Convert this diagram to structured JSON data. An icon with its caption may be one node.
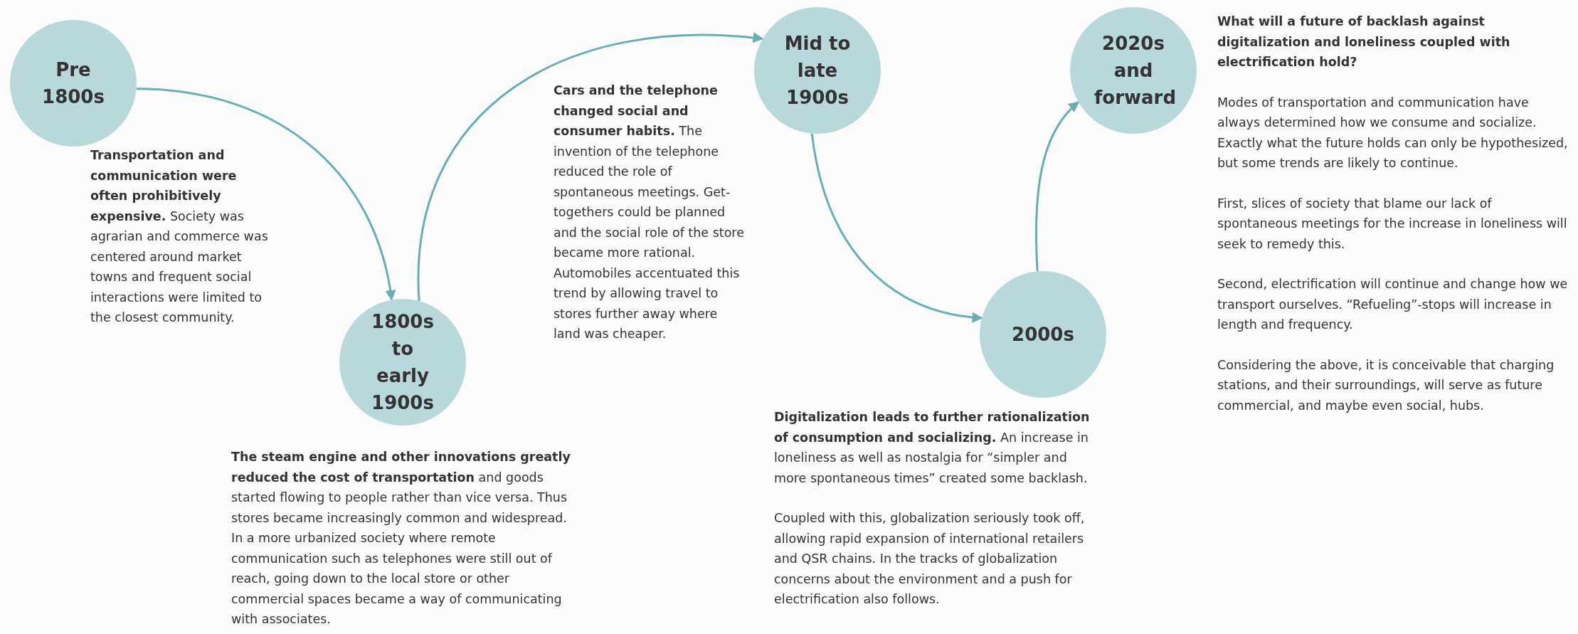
{
  "diagram": {
    "nodes": [
      {
        "text": [
          "Pre 1800s"
        ],
        "beside": [
          "**Transportation and communication were often prohibitively expensive.** Society was agrarian and commerce was centered around market towns and frequent social interactions were limited to the closest community."
        ]
      },
      {
        "text": [
          "1800s to early 1900s"
        ],
        "beside": [
          "**The steam engine and other innovations greatly reduced the cost of transportation** and goods started flowing to people rather than vice versa. Thus stores became increasingly common and widespread. In a more urbanized society where remote communication such as telephones were still out of reach, going down to the local store or other commercial spaces became a way of communicating with associates."
        ]
      },
      {
        "text": [
          "Mid to late 1900s"
        ],
        "beside": [
          "**Cars and the telephone changed social and consumer habits.** The invention of the telephone reduced the role of spontaneous meetings. Get-togethers could be planned and the social role of the store became more rational. Automobiles accentuated this trend by allowing travel to stores further away where land was cheaper."
        ]
      },
      {
        "text": [
          "2000s"
        ],
        "beside": [
          "**Digitalization leads to further rationalization of consumption and socializing.** An increase in loneliness as well as nostalgia for “simpler and more spontaneous times” created some backlash.",
          "Coupled with this, globalization seriously took off, allowing rapid expansion of international retailers and QSR chains. In the tracks of globalization concerns about the environment and a push for electrification also follows."
        ]
      },
      {
        "text": [
          "2020s and forward"
        ],
        "beside": [
          "**What will a future of backlash against digitalization and loneliness coupled with electrification hold?**",
          "Modes of transportation and communication have always determined how we consume and socialize. Exactly what the future holds can only be hypothesized, but some trends are likely to continue.",
          "First, slices of society that blame our lack of spontaneous meetings for the increase in loneliness will seek to remedy this.",
          "Second, electrification will continue and change how we transport ourselves. “Refueling”-stops will increase in length and frequency.",
          "Considering the above, it is conceivable that charging stations, and their surroundings, will serve as future commercial, and maybe even social, hubs."
        ]
      }
    ],
    "edges": [
      {
        "from": 0,
        "to": 1,
        "arrow": "to"
      },
      {
        "from": 1,
        "to": 2,
        "arrow": "to"
      },
      {
        "from": 2,
        "to": 3,
        "arrow": "to"
      },
      {
        "from": 3,
        "to": 4,
        "arrow": "to"
      }
    ]
  }
}
